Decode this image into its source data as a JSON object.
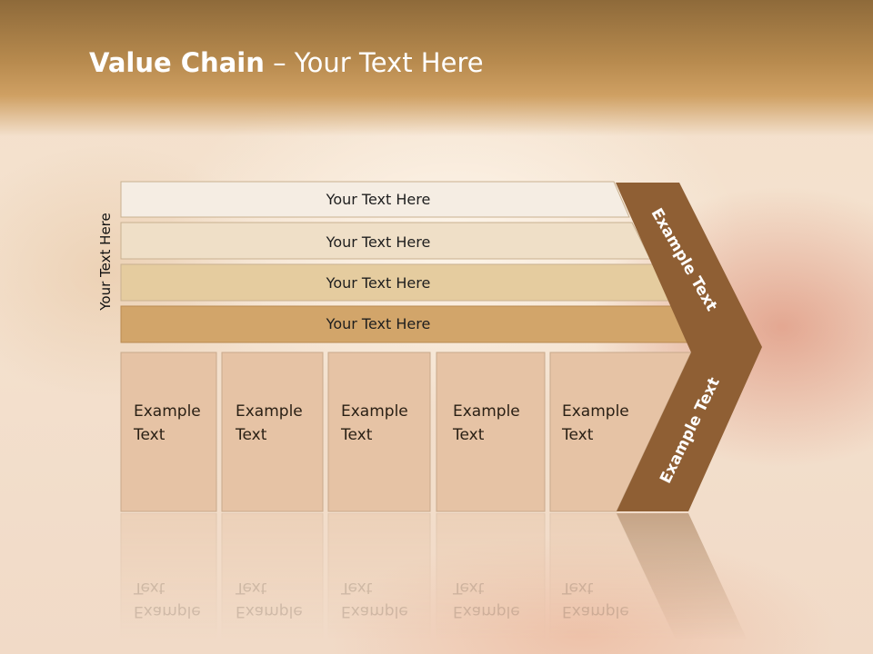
{
  "title": {
    "bold": "Value Chain",
    "rest": " – Your Text Here"
  },
  "side_label": "Your Text Here",
  "bars": [
    {
      "label": "Your Text Here",
      "color": "#f5ede3"
    },
    {
      "label": "Your Text Here",
      "color": "#efdfc7"
    },
    {
      "label": "Your Text Here",
      "color": "#e5cc9f"
    },
    {
      "label": "Your Text Here",
      "color": "#d2a56a"
    }
  ],
  "cells": [
    {
      "line1": "Example",
      "line2": "Text"
    },
    {
      "line1": "Example",
      "line2": "Text"
    },
    {
      "line1": "Example",
      "line2": "Text"
    },
    {
      "line1": "Example",
      "line2": "Text"
    },
    {
      "line1": "Example",
      "line2": "Text"
    }
  ],
  "chevron": {
    "upper": "Example Text",
    "lower": "Example Text",
    "color": "#8f5f34"
  },
  "colors": {
    "cell_fill": "#e6c3a5",
    "cell_stroke": "#c8a98c"
  }
}
